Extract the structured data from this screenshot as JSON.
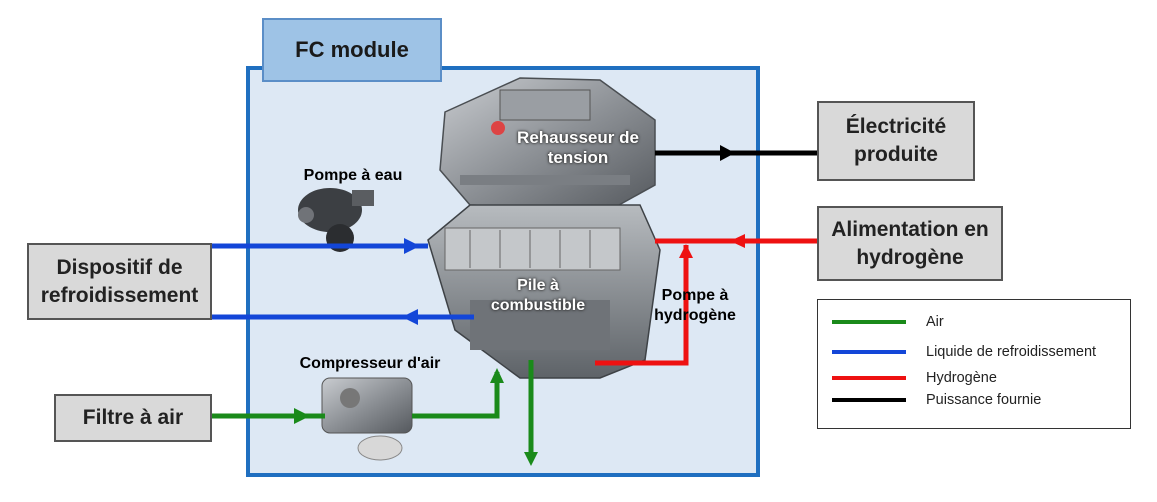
{
  "module": {
    "title": "FC module"
  },
  "external": {
    "electricity": "Électricité produite",
    "hydrogen_supply": "Alimentation en hydrogène",
    "cooling_device": "Dispositif de refroidissement",
    "air_filter": "Filtre à air"
  },
  "components": {
    "water_pump": "Pompe à eau",
    "boost_converter": "Rehausseur de tension",
    "fuel_cell": "Pile à combustible",
    "hydrogen_pump": "Pompe à hydrogène",
    "air_compressor": "Compresseur d'air"
  },
  "legend": [
    {
      "label": "Air",
      "color": "#1a8a1a"
    },
    {
      "label": "Liquide de refroidissement",
      "color": "#1346d8"
    },
    {
      "label": "Hydrogène",
      "color": "#ee1111"
    },
    {
      "label": "Puissance fournie",
      "color": "#000000"
    }
  ]
}
